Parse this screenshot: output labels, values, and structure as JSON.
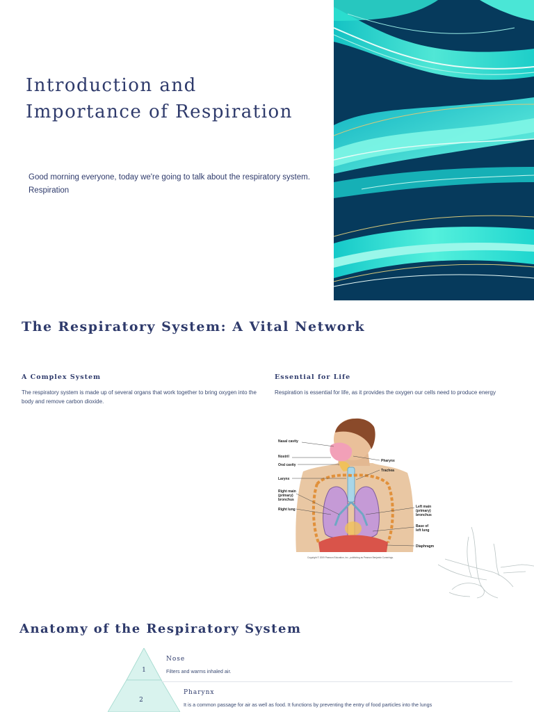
{
  "slide1": {
    "title": " Introduction and Importance of Respiration",
    "subtitle": "Good morning everyone, today we're going to talk about the respiratory system. Respiration"
  },
  "slide2": {
    "title": "The Respiratory System: A Vital Network",
    "left": {
      "heading": "A Complex System",
      "text": "The respiratory system is made up of several organs that work together to bring oxygen into the body and remove carbon dioxide."
    },
    "right": {
      "heading": "Essential for Life",
      "text": "Respiration is essential for life, as it provides the oxygen our cells need to produce energy"
    },
    "diagram_labels": {
      "nasal_cavity": "Nasal cavity",
      "nostril": "Nostril",
      "oral_cavity": "Oral cavity",
      "larynx": "Larynx",
      "right_main_bronchus_1": "Right main",
      "right_main_bronchus_2": "(primary)",
      "right_main_bronchus_3": "bronchus",
      "right_lung": "Right lung",
      "pharynx": "Pharynx",
      "trachea": "Trachea",
      "left_main_bronchus_1": "Left main",
      "left_main_bronchus_2": "(primary)",
      "left_main_bronchus_3": "bronchus",
      "base_left_lung_1": "Base of",
      "base_left_lung_2": "left lung",
      "diaphragm": "Diaphragm",
      "copyright": "Copyright © 2009 Pearson Education, Inc., publishing as Pearson Benjamin Cummings."
    }
  },
  "slide3": {
    "title": "Anatomy of the Respiratory System",
    "steps": [
      {
        "number": "1",
        "title": "Nose",
        "text": "Filters and warms inhaled air."
      },
      {
        "number": "2",
        "title": "Pharynx",
        "text": "It is a common passage for air as well as food. It functions by preventing the entry of food particles into the lungs"
      }
    ]
  },
  "colors": {
    "title_navy": "#2e3a6b",
    "hero_background": "#063a5c",
    "wave_teal": "#2ee0d0",
    "pyramid_fill": "#d9f3ee"
  }
}
